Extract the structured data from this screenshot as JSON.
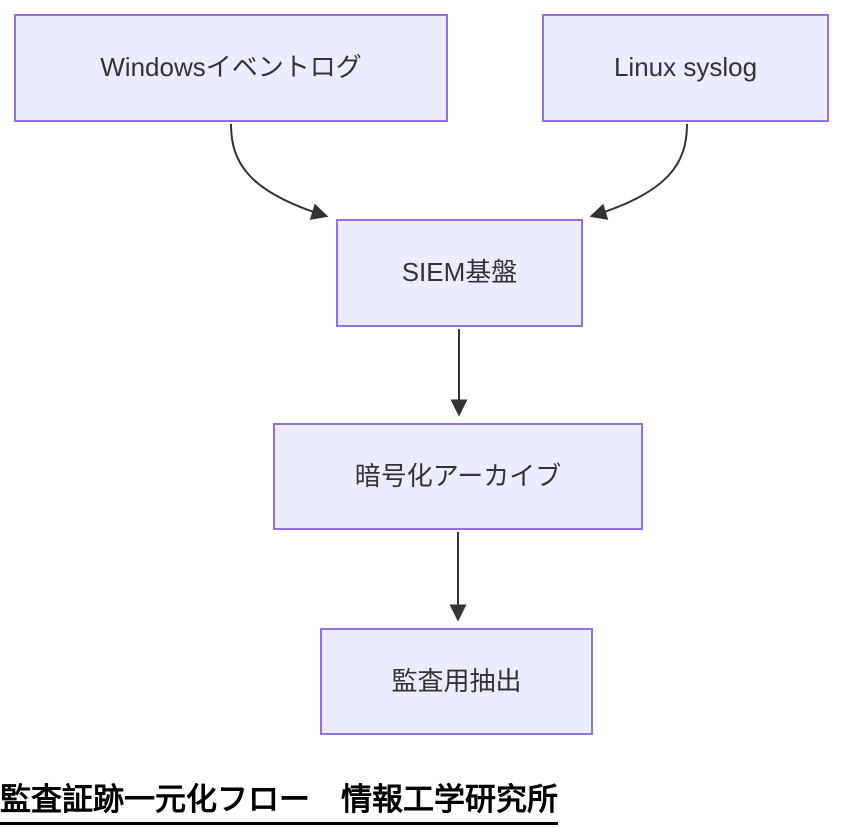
{
  "diagram": {
    "type": "flowchart",
    "direction": "top-down",
    "nodes": [
      {
        "id": "windows",
        "label": "Windowsイベントログ"
      },
      {
        "id": "linux",
        "label": "Linux syslog"
      },
      {
        "id": "siem",
        "label": "SIEM基盤"
      },
      {
        "id": "archive",
        "label": "暗号化アーカイブ"
      },
      {
        "id": "audit",
        "label": "監査用抽出"
      }
    ],
    "edges": [
      {
        "from": "Windowsイベントログ",
        "to": "SIEM基盤"
      },
      {
        "from": "Linux syslog",
        "to": "SIEM基盤"
      },
      {
        "from": "SIEM基盤",
        "to": "暗号化アーカイブ"
      },
      {
        "from": "暗号化アーカイブ",
        "to": "監査用抽出"
      }
    ],
    "colors": {
      "node_fill": "#ECECFF",
      "node_border": "#9370DB",
      "node_text": "#333333",
      "edge_stroke": "#333333",
      "caption_text": "#000000"
    }
  },
  "caption": {
    "text": "監査証跡一元化フロー　情報工学研究所"
  }
}
